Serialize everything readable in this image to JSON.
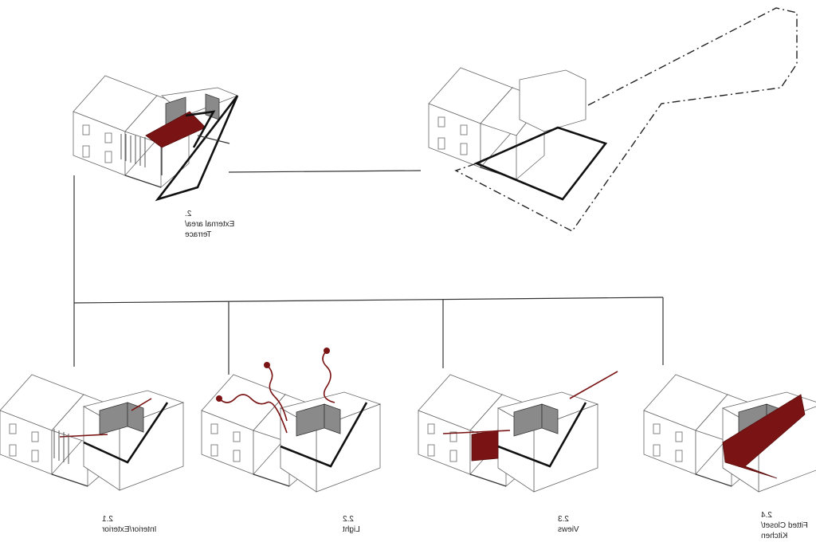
{
  "labels": {
    "terrace": {
      "num": "2.",
      "line1": "External area/",
      "line2": "Terrace"
    },
    "interior_exterior": {
      "num": "2.1",
      "line1": "Interior/Exterior"
    },
    "light": {
      "num": "2.2",
      "line1": "Light"
    },
    "views": {
      "num": "2.3",
      "line1": "Views"
    },
    "kitchen": {
      "num": "2.4",
      "line1": "Fitted Closet/",
      "line2": "Kitchen"
    }
  },
  "colors": {
    "accent": "#7a1414",
    "line": "#222222",
    "fill_grey": "#8a8a8a"
  }
}
